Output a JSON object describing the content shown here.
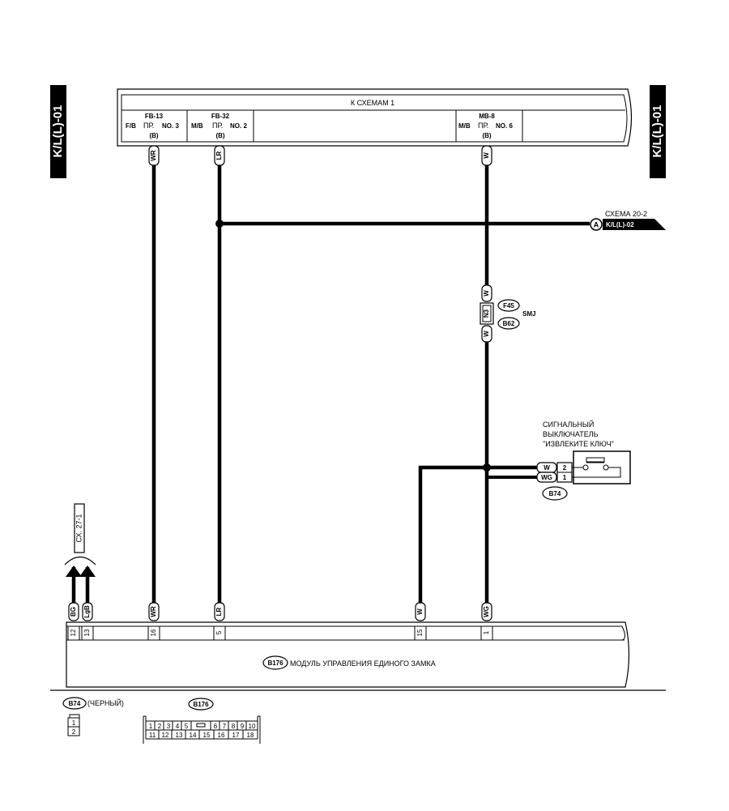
{
  "page_id": "K/L(L)-01",
  "top_block": {
    "title": "К СХЕМАМ 1",
    "connectors": [
      {
        "id": "FB-13",
        "prefix": "F/B",
        "pr": "ПР.",
        "no": "NO. 3",
        "sub": "(B)",
        "wire": "WR"
      },
      {
        "id": "FB-32",
        "prefix": "M/B",
        "pr": "ПР.",
        "no": "NO. 2",
        "sub": "(B)",
        "wire": "LR"
      },
      {
        "id": "MB-8",
        "prefix": "M/B",
        "pr": "ПР.",
        "no": "NO. 6",
        "sub": "(B)",
        "wire": "W"
      }
    ]
  },
  "ref_a": {
    "letter": "A",
    "scheme": "СХЕМА 20-2",
    "code": "K/L(L)-02"
  },
  "smj": {
    "top_wire": "W",
    "pin": "N3",
    "bottom_wire": "W",
    "label_top": "F45",
    "label_bottom": "B62",
    "name": "SMJ"
  },
  "switch": {
    "title_lines": [
      "СИГНАЛЬНЫЙ",
      "ВЫКЛЮЧАТЕЛЬ",
      "\"ИЗВЛЕКИТЕ КЛЮЧ\""
    ],
    "pins": [
      {
        "wire": "W",
        "pin": "2"
      },
      {
        "wire": "WG",
        "pin": "1"
      }
    ],
    "connector": "B74"
  },
  "cx_ref": "СХ. 27-1",
  "module": {
    "connector": "B176",
    "name": "МОДУЛЬ УПРАВЛЕНИЯ ЕДИНОГО ЗАМКА",
    "pins": [
      {
        "wire": "BG",
        "pin": "12"
      },
      {
        "wire": "LgB",
        "pin": "13"
      },
      {
        "wire": "WR",
        "pin": "16"
      },
      {
        "wire": "LR",
        "pin": "5"
      },
      {
        "wire": "W",
        "pin": "15"
      },
      {
        "wire": "WG",
        "pin": "1"
      }
    ]
  },
  "legend": {
    "b74": {
      "id": "B74",
      "color": "(ЧЕРНЫЙ)",
      "pins": [
        "1",
        "2"
      ]
    },
    "b176": {
      "id": "B176",
      "row1": [
        "1",
        "2",
        "3",
        "4",
        "5",
        "",
        "6",
        "7",
        "8",
        "9",
        "10"
      ],
      "row2": [
        "11",
        "12",
        "13",
        "14",
        "15",
        "16",
        "17",
        "18"
      ]
    }
  }
}
